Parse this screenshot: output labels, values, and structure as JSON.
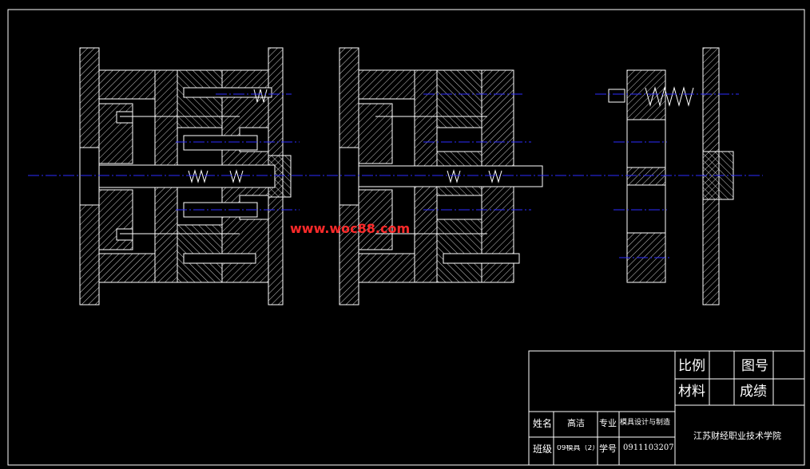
{
  "watermark": "www.woc88.com",
  "colors": {
    "background": "#000000",
    "line": "#ffffff",
    "centerline": "#2b2bff",
    "watermark": "#ff2a2a"
  },
  "title_block": {
    "scale_label": "比例",
    "drawing_no_label": "图号",
    "material_label": "材料",
    "grade_label": "成绩",
    "name_label": "姓名",
    "name_value": "高洁",
    "major_label": "专业",
    "major_value": "模具设计与制造",
    "class_label": "班级",
    "class_value": "09模具（2）",
    "student_no_label": "学号",
    "student_no_value": "0911103207",
    "school": "江苏财经职业技术学院"
  }
}
